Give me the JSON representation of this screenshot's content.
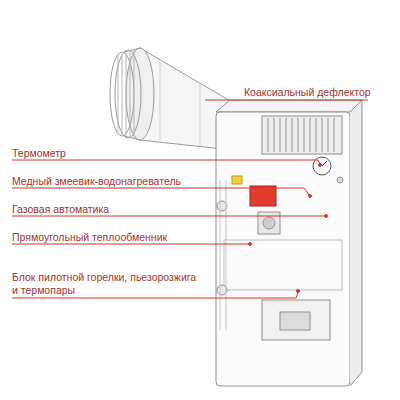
{
  "diagram": {
    "labels": [
      "Коаксиальный дефлектор",
      "Термометр",
      "Медный змеевик-водонагреватель",
      "Газовая автоматика",
      "Прямоугольный теплообменник",
      "Блок пилотной горелки, пьезорозжига и термопары"
    ]
  }
}
